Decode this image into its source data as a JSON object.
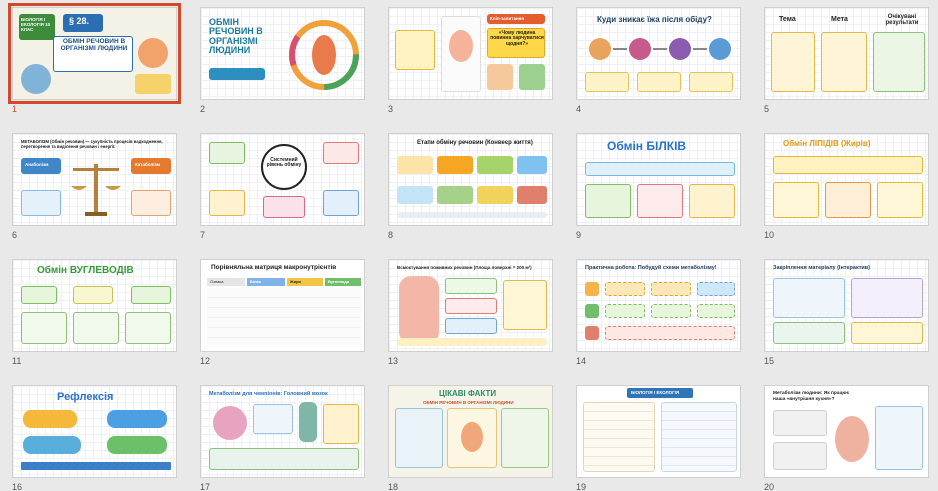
{
  "slides": [
    {
      "num": "1",
      "selected": true,
      "title": "ОБМІН РЕЧОВИН В ОРГАНІЗМІ ЛЮДИНИ",
      "badge": "§ 28.",
      "grade": "БІОЛОГІЯ І ЕКОЛОГІЯ 10 КЛАС"
    },
    {
      "num": "2",
      "title": "ОБМІН РЕЧОВИН В ОРГАНІЗМІ ЛЮДИНИ"
    },
    {
      "num": "3",
      "title": "«Чому людина повинна харчуватися щодня?»",
      "label": "Кліп-запитання"
    },
    {
      "num": "4",
      "title": "Куди зникає їжа після обіду?"
    },
    {
      "num": "5",
      "col1": "Тема",
      "col2": "Мета",
      "col3": "Очікувані результати"
    },
    {
      "num": "6",
      "title": "МЕТАБОЛІЗМ (Обмін речовин) — сукупність процесів надходження, перетворення та виділення речовин і енергії.",
      "left": "Анаболізм",
      "right": "Катаболізм"
    },
    {
      "num": "7",
      "title": "Системний рівень обміну"
    },
    {
      "num": "8",
      "title": "Етапи обміну речовин (Конвеєр життя)"
    },
    {
      "num": "9",
      "title": "Обмін БІЛКІВ"
    },
    {
      "num": "10",
      "title": "Обмін ЛІПІДІВ (Жирів)"
    },
    {
      "num": "11",
      "title": "Обмін ВУГЛЕВОДІВ"
    },
    {
      "num": "12",
      "title": "Порівняльна матриця макронутрієнтів",
      "headers": [
        "Ознака",
        "Білки",
        "Жири",
        "Вуглеводи"
      ]
    },
    {
      "num": "13",
      "title": "Всмоктування поживних речовин (Площа поверхні = 200 м²)"
    },
    {
      "num": "14",
      "title": "Практична робота: Побудуй схеми метаболізму!"
    },
    {
      "num": "15",
      "title": "Закріплення матеріалу (Інтерактив)"
    },
    {
      "num": "16",
      "title": "Рефлексія"
    },
    {
      "num": "17",
      "title": "Метаболізм для чемпіонів: Головний мозок"
    },
    {
      "num": "18",
      "title": "ЦІКАВІ ФАКТИ",
      "subtitle": "ОБМІН РЕЧОВИН В ОРГАНІЗМІ ЛЮДИНИ"
    },
    {
      "num": "19",
      "title": "БІОЛОГІЯ І ЕКОЛОГІЯ"
    },
    {
      "num": "20",
      "title": "Метаболізм людини: Як працює наша «внутрішня кухня»?"
    }
  ]
}
